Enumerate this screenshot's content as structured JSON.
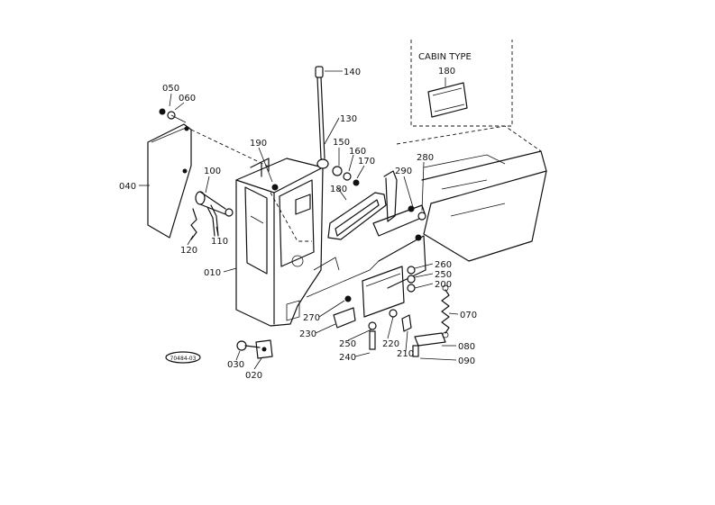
{
  "diagram": {
    "inset_title": "CABIN TYPE",
    "badge_text": "70484-03",
    "labels": {
      "p140": "140",
      "p130": "130",
      "p050": "050",
      "p060": "060",
      "p190": "190",
      "p150": "150",
      "p160": "160",
      "p170": "170",
      "p180a": "180",
      "p180b": "180",
      "p100": "100",
      "p040": "040",
      "p120": "120",
      "p110": "110",
      "p010": "010",
      "p290": "290",
      "p280": "280",
      "p260a": "260",
      "p250a": "250",
      "p200": "200",
      "p070": "070",
      "p270": "270",
      "p230": "230",
      "p250b": "250",
      "p220": "220",
      "p210": "210",
      "p240": "240",
      "p080": "080",
      "p090": "090",
      "p030": "030",
      "p020": "020"
    }
  }
}
